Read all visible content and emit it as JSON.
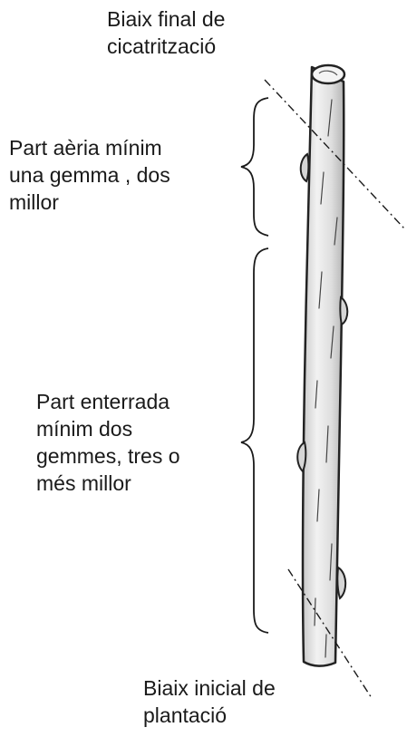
{
  "labels": {
    "top_cut": [
      "Biaix final de",
      "cicatrització"
    ],
    "aerial_part": [
      "Part aèria mínim",
      "una gemma , dos",
      "millor"
    ],
    "buried_part": [
      "Part enterrada",
      "mínim dos",
      "gemmes, tres o",
      "més millor"
    ],
    "bottom_cut": [
      "Biaix inicial de",
      "plantació"
    ]
  },
  "colors": {
    "stem_fill": "#dcdcdc",
    "stem_outline": "#222222",
    "text": "#1a1a1a"
  }
}
